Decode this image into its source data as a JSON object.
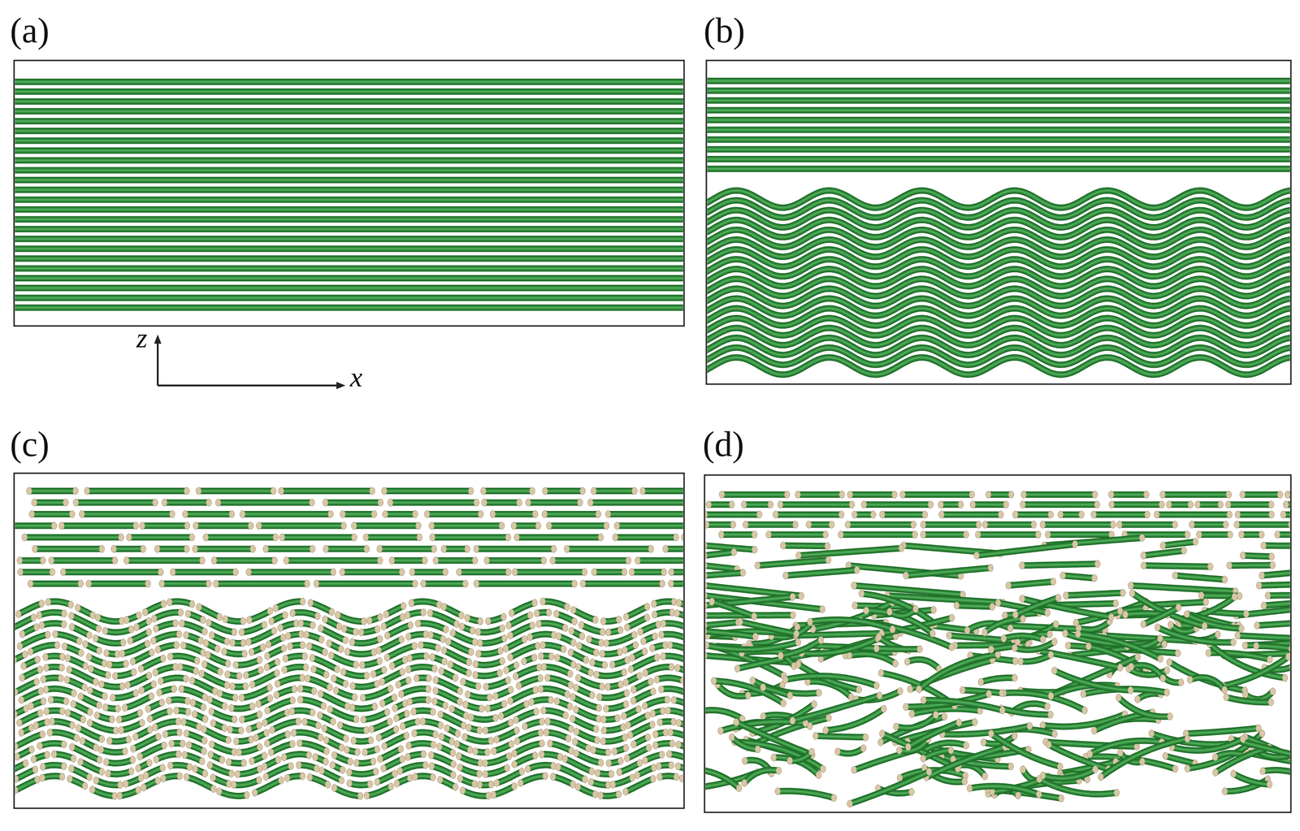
{
  "diagram": {
    "labels": [
      "(a)",
      "(b)",
      "(c)",
      "(d)",
      "z",
      "x"
    ]
  }
}
